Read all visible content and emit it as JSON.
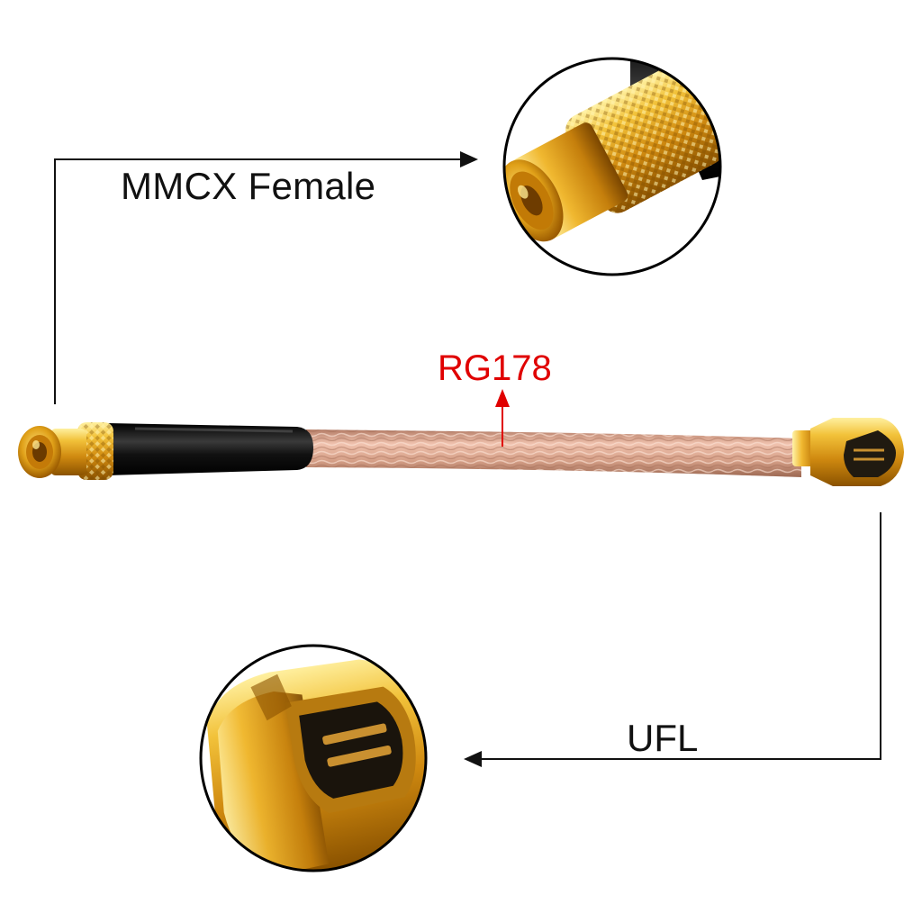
{
  "labels": {
    "mmcx": "MMCX Female",
    "cable": "RG178",
    "ufl": "UFL"
  },
  "colors": {
    "line": "#111111",
    "cable_label": "#e00000",
    "gold": "#e3a21a",
    "cable_jacket": "#d8a48c",
    "heatshrink": "#141414"
  },
  "icons": [
    "mmcx-connector-closeup",
    "ufl-connector-closeup",
    "coax-cable"
  ]
}
